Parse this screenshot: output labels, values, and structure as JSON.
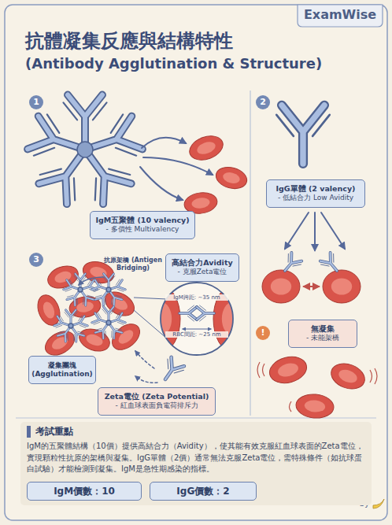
{
  "diagram": {
    "title": "抗體凝集反應與結構特性",
    "nodes": [
      {
        "text": [
          "IgM五聚體 (10 valency)",
          "- 多價性 Multivalency"
        ]
      },
      {
        "text": [
          "IgG單體 (2 valency)",
          "- 低結合力 Low Avidity"
        ]
      },
      {
        "text": [
          "高結合力Avidity",
          "- 克服Zeta電位"
        ]
      },
      {
        "text": [
          "凝集團塊 (Agglutination)"
        ]
      },
      {
        "text": [
          "無凝集",
          "- 未能架橋"
        ]
      },
      {
        "text": [
          "Zeta電位 (Zeta Potential)",
          "- 紅血球表面負電荷排斥力"
        ]
      },
      {
        "text": [
          "考試重點",
          "IgM的五聚體結構（10價）提供高結合力（Avidity），使其能有效克服紅血球表面的Zeta電位，實現顆粒性抗原的架橋與凝集。IgG單體（2價）通常無法克服Zeta電位，需特殊條件（如抗球蛋白試驗）才能檢測到凝集。IgM是急性期感染的指標。"
        ]
      },
      {
        "text": [
          "IgM價數：10"
        ],
        "in": 6
      },
      {
        "text": [
          "IgG價數：2"
        ],
        "in": 6
      }
    ],
    "labels": [
      "ExamWise",
      "(Antibody Agglutination & Structure)",
      "1",
      "2",
      "3",
      "抗原架橋 (Antigen Bridging)",
      "IgM跨距: ~35 nm",
      "RBC間距: ~25 nm",
      "!",
      "by"
    ]
  }
}
